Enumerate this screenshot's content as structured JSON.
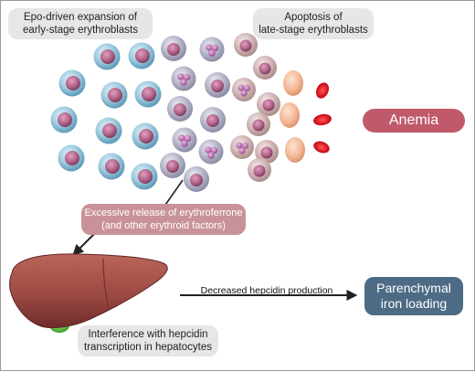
{
  "labels": {
    "epo_expansion": [
      "Epo-driven expansion of",
      "early-stage erythroblasts"
    ],
    "apoptosis": [
      "Apoptosis of",
      "late-stage erythroblasts"
    ],
    "excess_release": [
      "Excessive release of erythroferrone",
      "(and other erythroid factors)"
    ],
    "anemia": "Anemia",
    "hepcidin_decrease": "Decreased hepcidin production",
    "iron_loading": [
      "Parenchymal",
      "iron loading"
    ],
    "interference": [
      "Interference with hepcidin",
      "transcription in hepatocytes"
    ]
  },
  "colors": {
    "early_erythroblast": "#7fb6cf",
    "intermediate_erythroblast": "#a8a8c0",
    "late_erythroblast": "#c7aaaa",
    "reticulocyte": "#efb393",
    "red_blood_cell": "#d0101c",
    "anemia_box": "#c05a6a",
    "iron_box": "#4d6b84",
    "excess_box": "#c9929a",
    "liver": "#9c4a44",
    "gallbladder": "#5ac23a"
  }
}
